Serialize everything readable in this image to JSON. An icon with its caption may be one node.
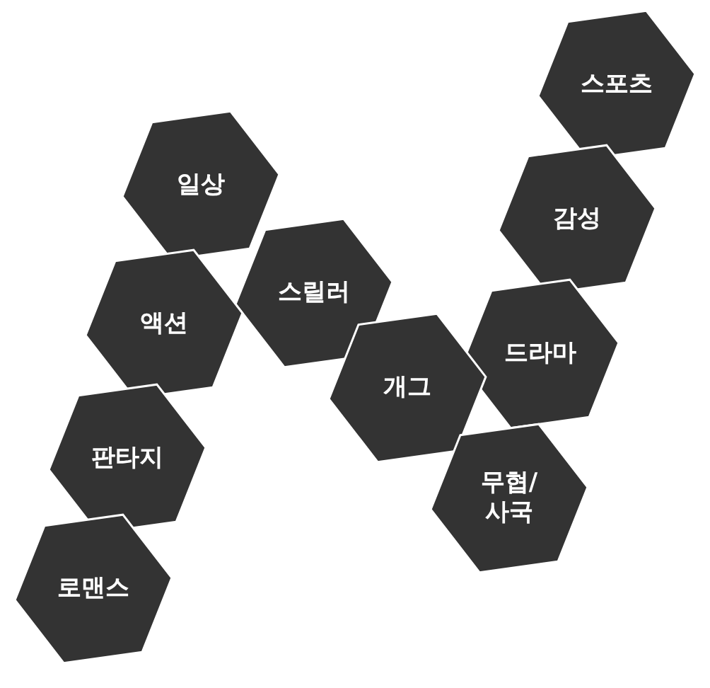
{
  "diagram": {
    "nodes": [
      {
        "text": [
          "스포츠"
        ]
      },
      {
        "text": [
          "일상"
        ]
      },
      {
        "text": [
          "감성"
        ]
      },
      {
        "text": [
          "스릴러"
        ]
      },
      {
        "text": [
          "액션"
        ]
      },
      {
        "text": [
          "드라마"
        ]
      },
      {
        "text": [
          "개그"
        ]
      },
      {
        "text": [
          "판타지"
        ]
      },
      {
        "text": [
          "무협/사국"
        ]
      },
      {
        "text": [
          "로맨스"
        ]
      }
    ]
  }
}
